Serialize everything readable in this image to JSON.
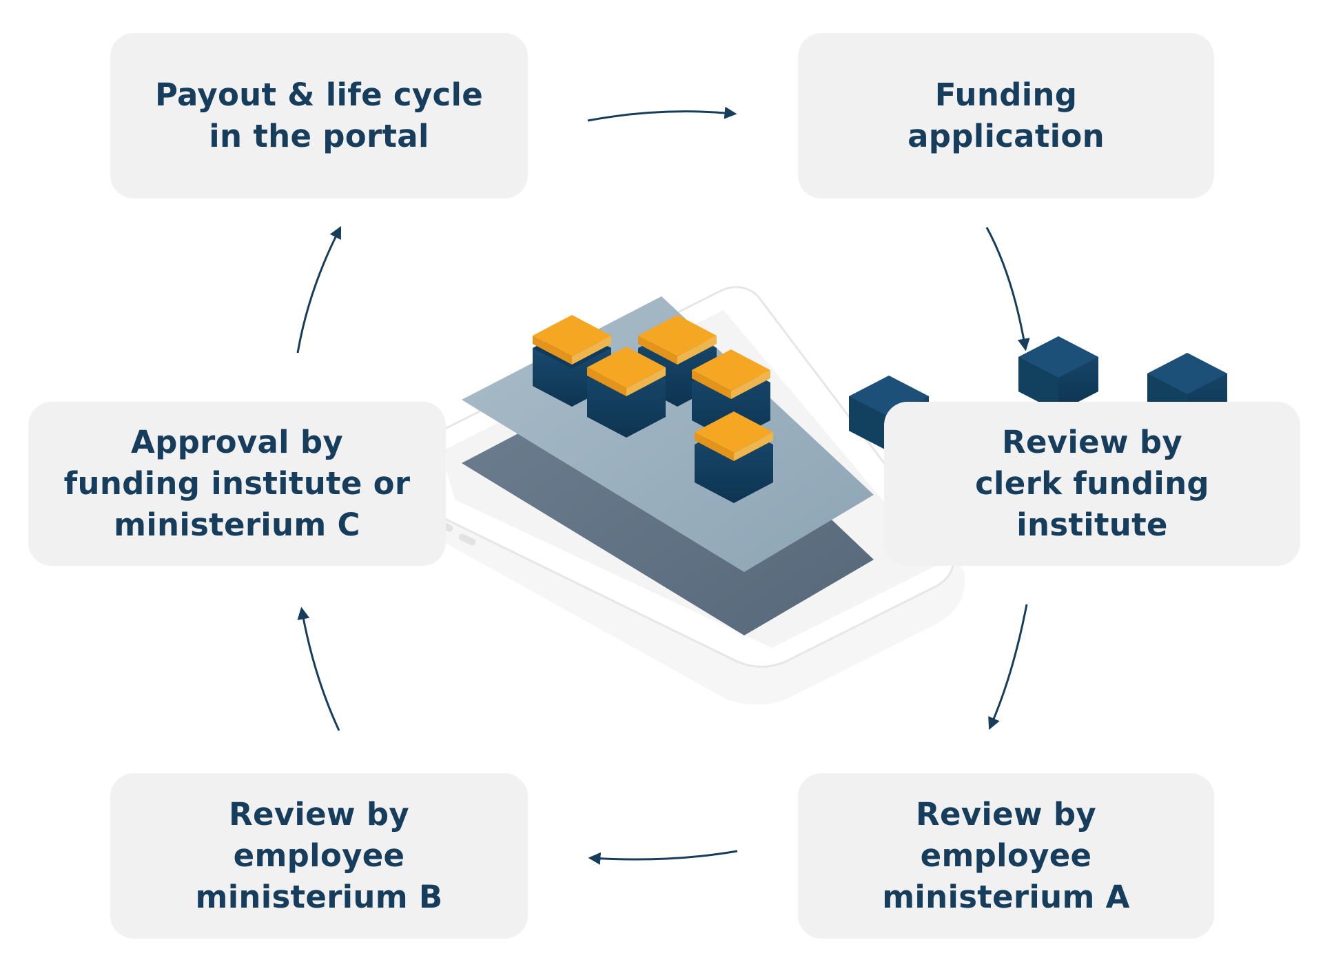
{
  "steps": [
    {
      "id": "payout",
      "label": "Payout & life cycle\nin the portal"
    },
    {
      "id": "funding",
      "label": "Funding\napplication"
    },
    {
      "id": "review_clerk",
      "label": "Review by\nclerk funding\ninstitute"
    },
    {
      "id": "review_a",
      "label": "Review by\nemployee\nministerium A"
    },
    {
      "id": "review_b",
      "label": "Review by\nemployee\nministerium B"
    },
    {
      "id": "approval",
      "label": "Approval by\nfunding institute or\nministerium C"
    }
  ],
  "colors": {
    "box_bg": "#f1f1f1",
    "text": "#163d5c",
    "arrow": "#163d5c",
    "cube_dark": "#123f61",
    "cube_top": "#f5a623",
    "layer_light": "#9fb3c1",
    "layer_dark": "#5f7183",
    "phone": "#eeeeee"
  },
  "icons": [
    "flow-arrow-icon",
    "cube-icon",
    "phone-illustration"
  ]
}
